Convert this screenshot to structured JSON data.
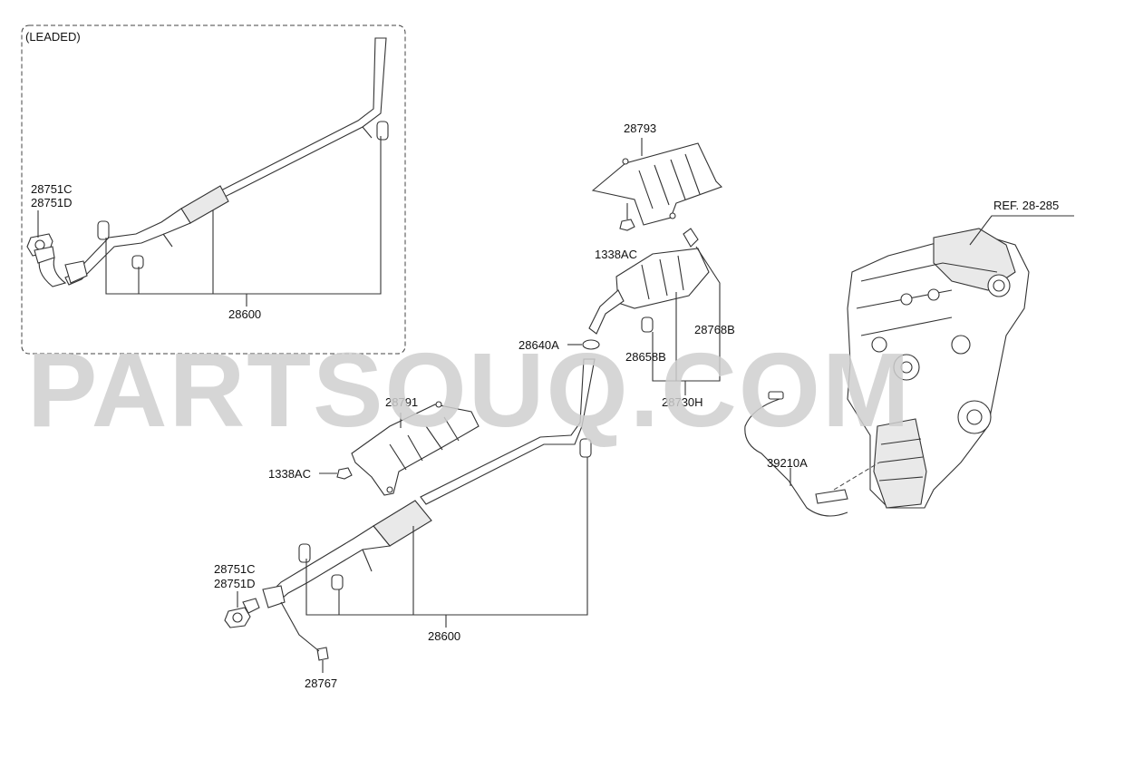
{
  "diagram": {
    "leaded_label": "(LEADED)",
    "watermark": "PARTSOUQ.COM",
    "labels": {
      "l_28751c_top": "28751C",
      "l_28751d_top": "28751D",
      "l_28600_top": "28600",
      "l_28793": "28793",
      "l_1338ac_top": "1338AC",
      "l_ref": "REF. 28-285",
      "l_28640a": "28640A",
      "l_28658b": "28658B",
      "l_28768b": "28768B",
      "l_28730h": "28730H",
      "l_28791": "28791",
      "l_1338ac_bot": "1338AC",
      "l_39210a": "39210A",
      "l_28751c_bot": "28751C",
      "l_28751d_bot": "28751D",
      "l_28600_bot": "28600",
      "l_28767": "28767"
    }
  }
}
